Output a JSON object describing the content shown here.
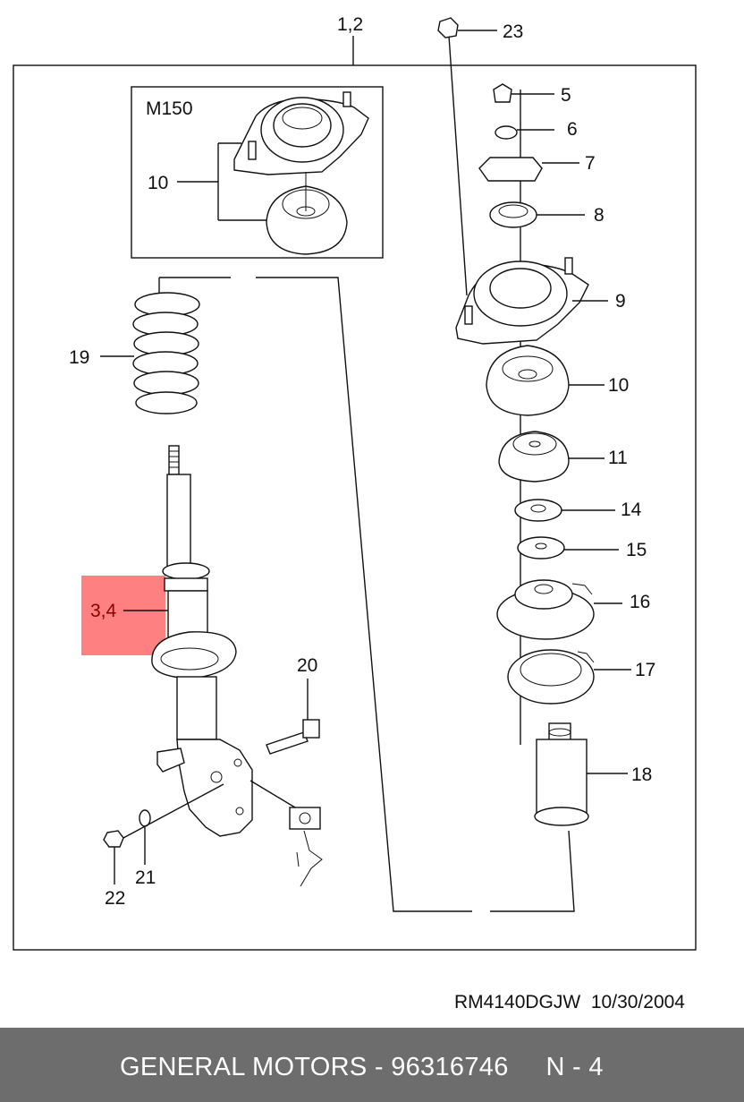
{
  "diagram": {
    "assembly_label": "1,2",
    "variant_label": "M150",
    "highlight_label": "3,4",
    "part_labels": {
      "p23": "23",
      "p5": "5",
      "p6": "6",
      "p7": "7",
      "p8": "8",
      "p9": "9",
      "p10_right": "10",
      "p10_box": "10",
      "p11": "11",
      "p14": "14",
      "p15": "15",
      "p16": "16",
      "p17": "17",
      "p18": "18",
      "p19": "19",
      "p20": "20",
      "p21": "21",
      "p22": "22"
    },
    "highlight_color": "#ff8080"
  },
  "reference": {
    "code": "RM4140DGJW",
    "date": "10/30/2004"
  },
  "footer": {
    "manufacturer": "GENERAL MOTORS",
    "part_number": "96316746",
    "page": "N - 4"
  }
}
